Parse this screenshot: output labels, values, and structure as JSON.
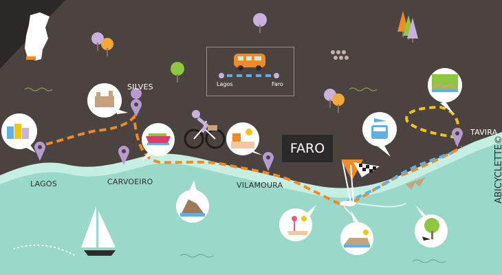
{
  "map": {
    "places": [
      {
        "name": "SILVES"
      },
      {
        "name": "LAGOS"
      },
      {
        "name": "CARVOEIRO"
      },
      {
        "name": "VILAMOURA"
      },
      {
        "name": "FARO"
      },
      {
        "name": "TAVIRA"
      }
    ],
    "legend": {
      "from": "Lagos",
      "to": "Faro"
    },
    "credit": "ABICYCLETTE©",
    "colors": {
      "land": "#4a4340",
      "sea": "#9ad9c9",
      "shore": "#c6efe3",
      "route_orange": "#f08a24",
      "route_yellow": "#f2c511",
      "route_blue": "#5fb0e6",
      "pin": "#b79ad0"
    }
  }
}
